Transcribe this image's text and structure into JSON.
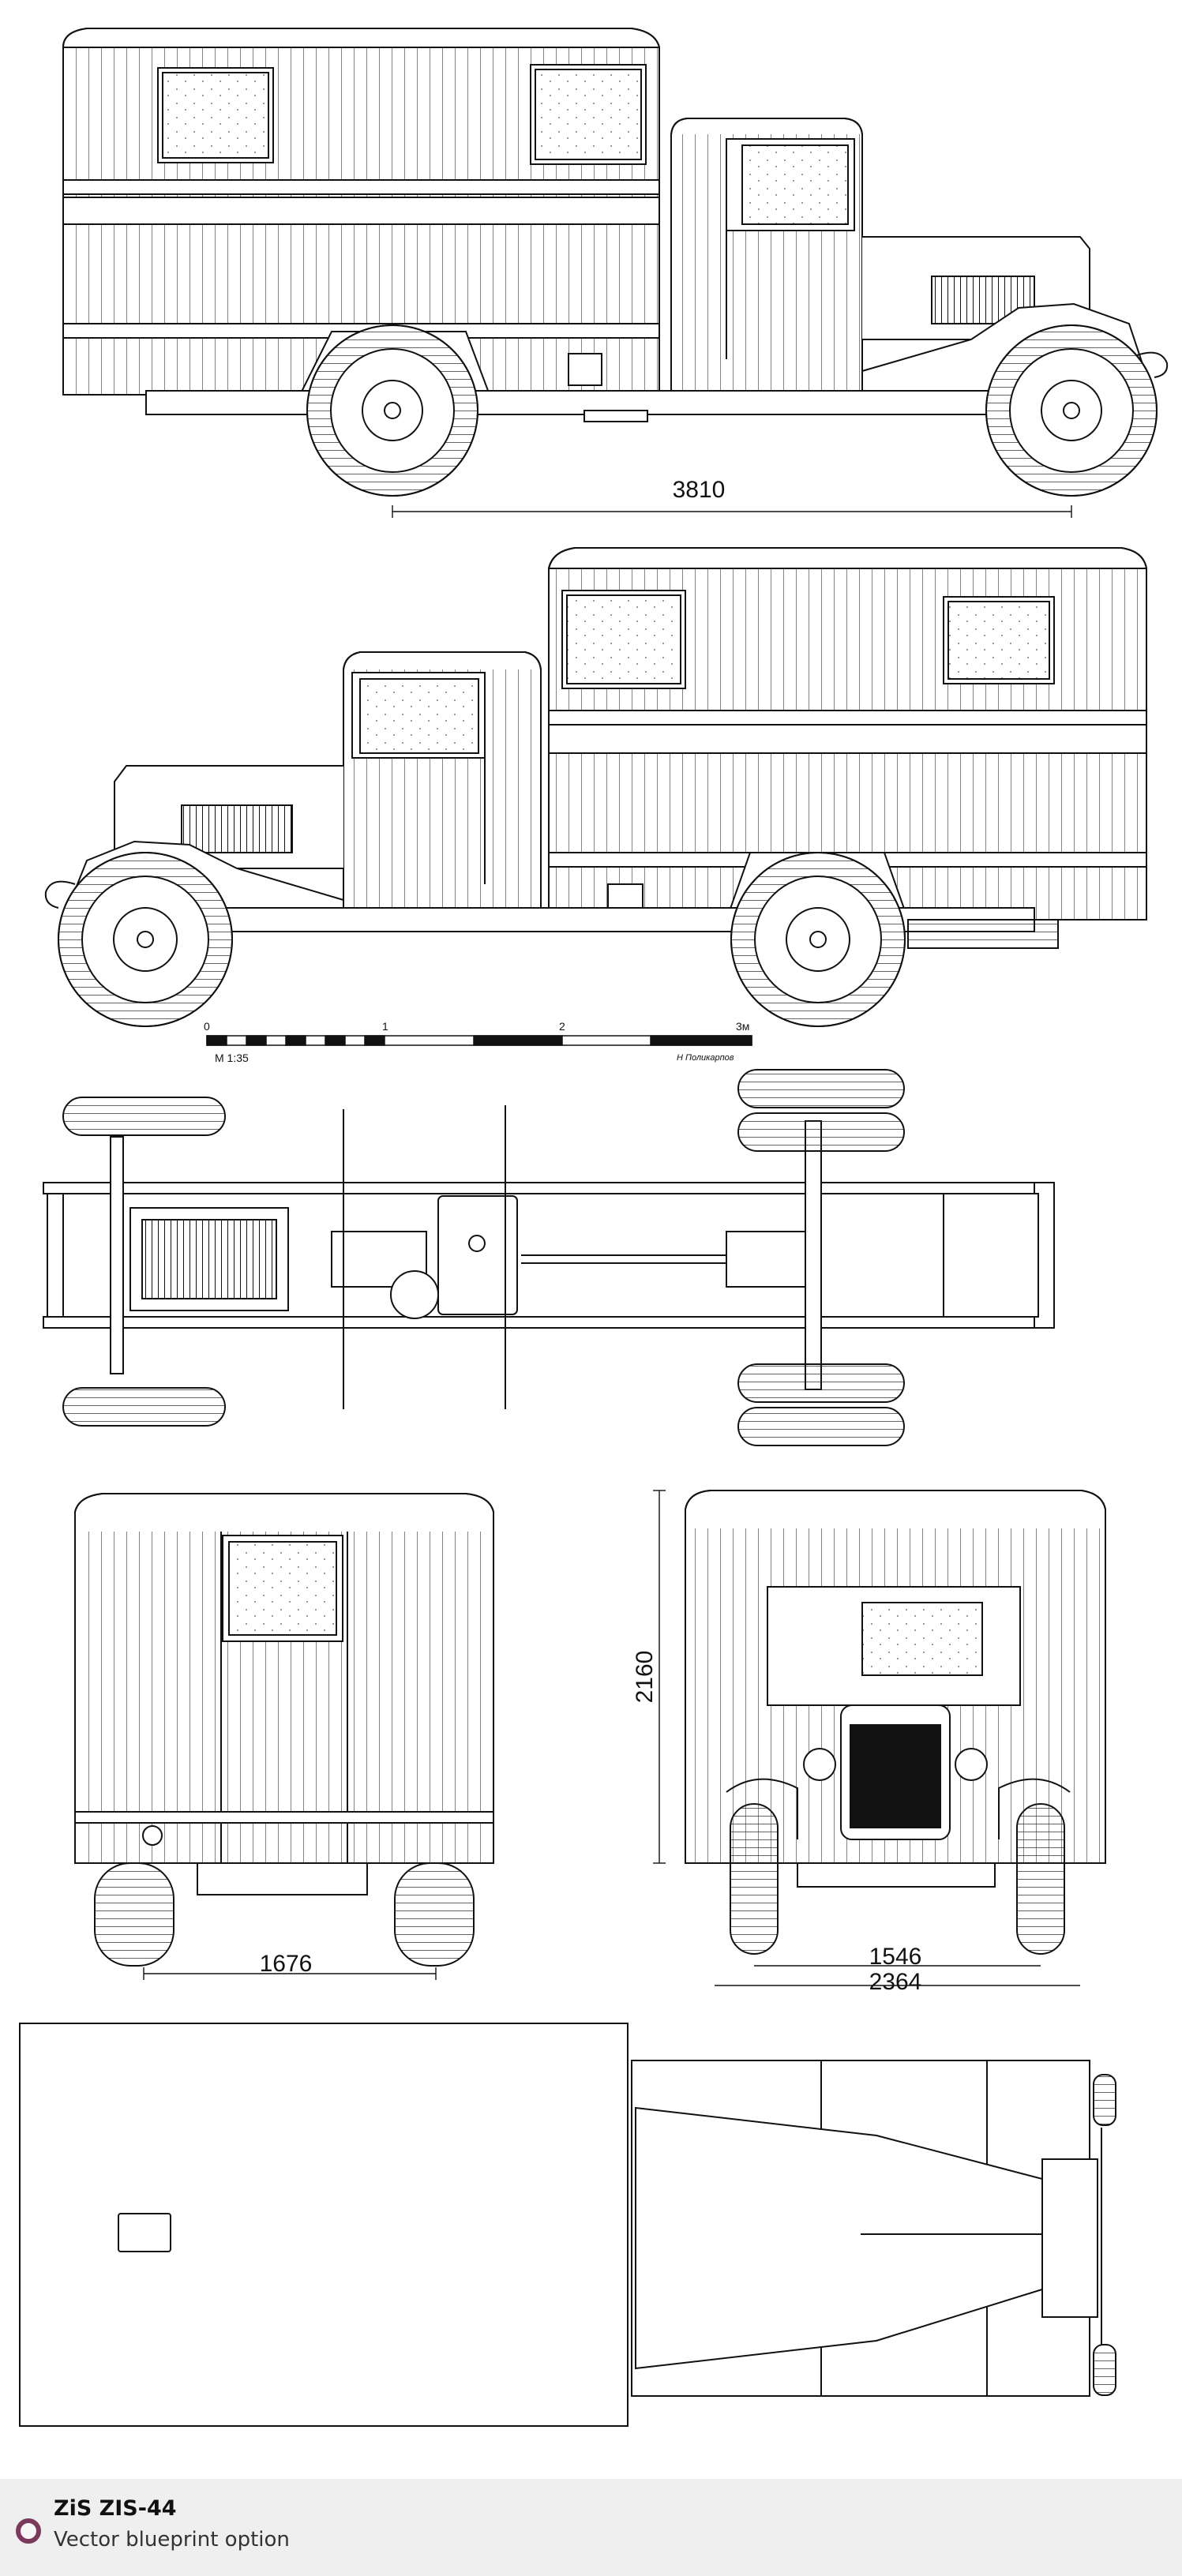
{
  "dimensions": {
    "wheelbase": "3810",
    "height": "2160",
    "rear_track": "1676",
    "front_track": "1546",
    "overall_width": "2364"
  },
  "scale_bar": {
    "ticks": [
      "0",
      "1",
      "2",
      "3м"
    ],
    "scale_label": "М 1:35",
    "author": "Н Поликарпов"
  },
  "footer": {
    "title": "ZiS ZIS-44",
    "subtitle": "Vector blueprint option",
    "badge_color": "#7b3a5c"
  }
}
